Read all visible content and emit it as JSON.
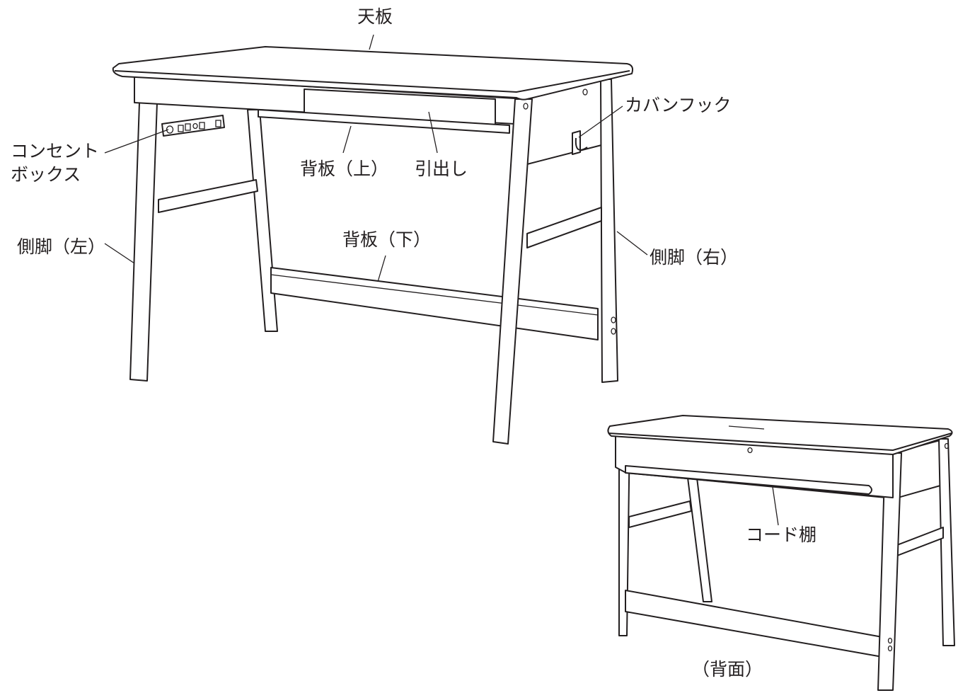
{
  "labels": {
    "top_board": "天板",
    "bag_hook": "カバンフック",
    "outlet_box_line1": "コンセント",
    "outlet_box_line2": "ボックス",
    "back_board_upper": "背板（上）",
    "drawer": "引出し",
    "side_leg_left": "側脚（左）",
    "back_board_lower": "背板（下）",
    "side_leg_right": "側脚（右）",
    "cord_shelf": "コード棚",
    "rear_view": "（背面）"
  },
  "colors": {
    "line": "#231f20",
    "fill": "#ffffff"
  }
}
